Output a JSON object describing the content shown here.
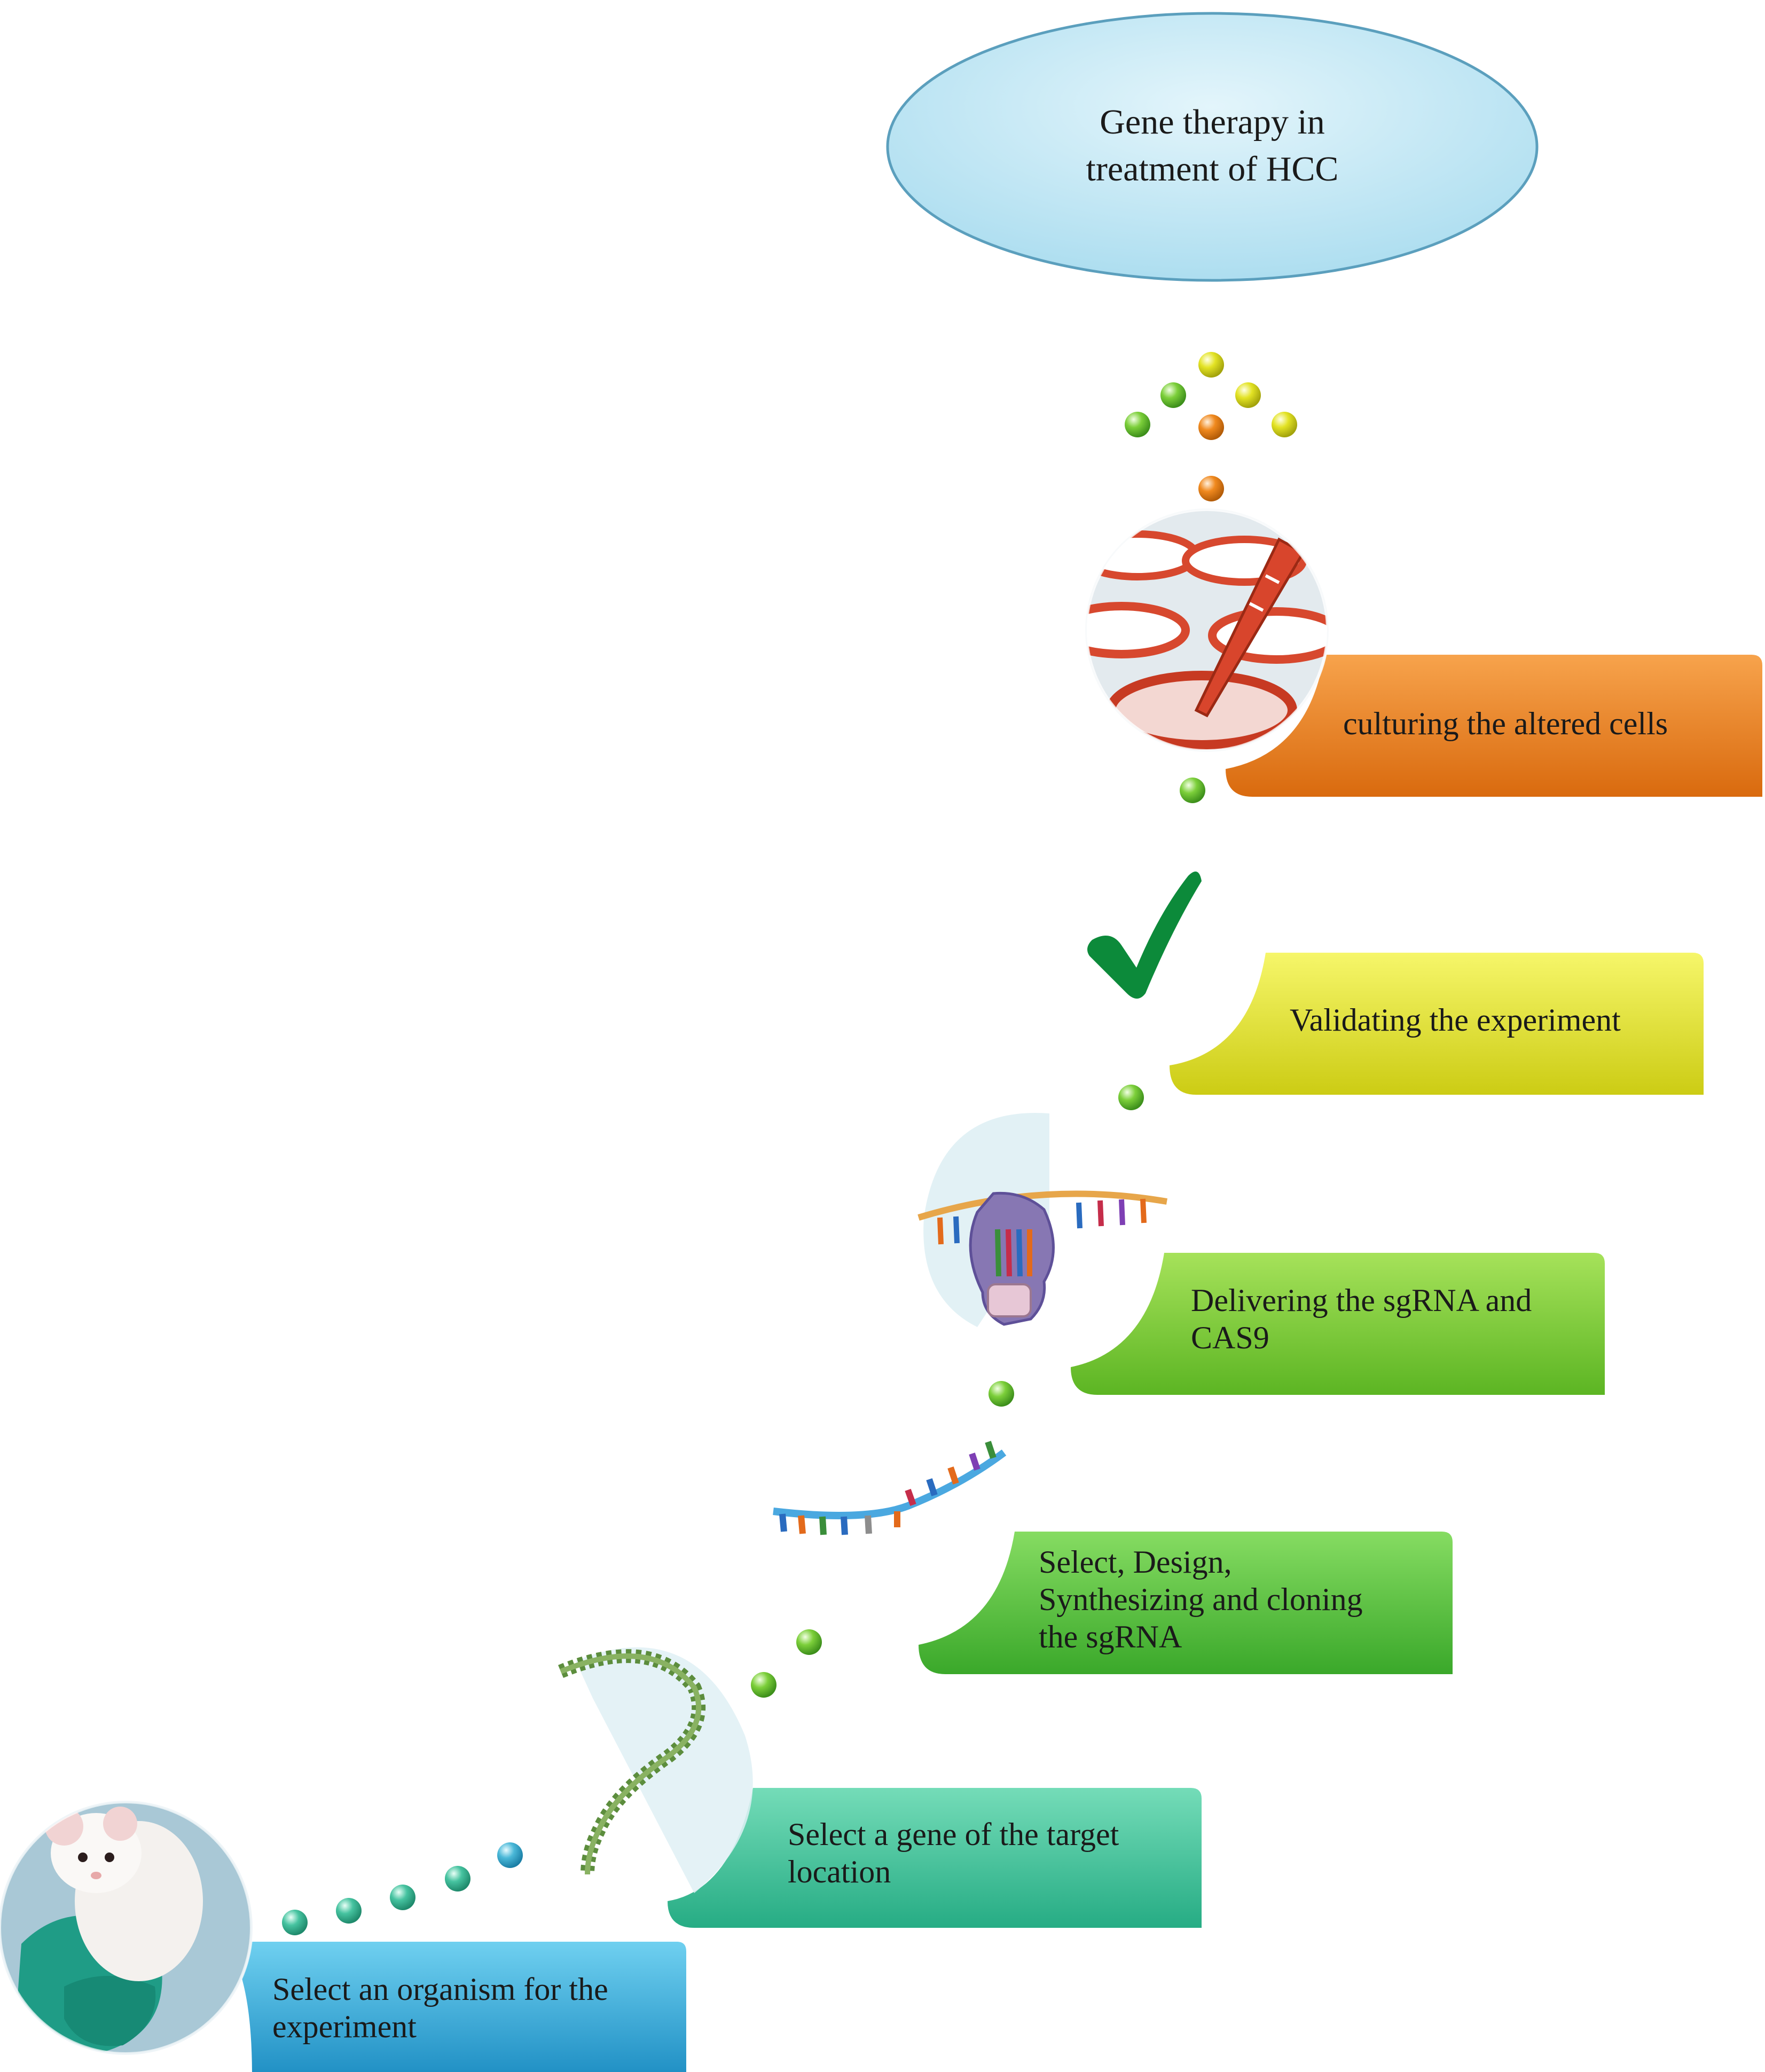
{
  "title": "Gene therapy in\ntreatment of HCC",
  "steps": [
    {
      "text": "Select an organism for the\nexperiment",
      "color": "#2a9fd6",
      "icon": "lab-mouse-icon"
    },
    {
      "text": "Select a gene of the target\nlocation",
      "color": "#3cc39a",
      "icon": "dna-helix-icon"
    },
    {
      "text": "Select, Design,\nSynthesizing and cloning\nthe sgRNA",
      "color": "#4fbf3a",
      "icon": "rna-strand-icon"
    },
    {
      "text": "Delivering the sgRNA and\nCAS9",
      "color": "#6cc92c",
      "icon": "cas9-complex-icon"
    },
    {
      "text": "Validating the experiment",
      "color": "#e3e324",
      "icon": "checkmark-icon"
    },
    {
      "text": "culturing the altered cells",
      "color": "#ee7e1e",
      "icon": "petri-dish-pipette-icon"
    }
  ],
  "colors": {
    "title_ellipse": "#bfe6f4",
    "title_ellipse_stroke": "#5b9fbd",
    "dot_blue": "#4ab8d8",
    "dot_teal": "#46c3a0",
    "dot_green": "#7ccf3a",
    "dot_yellow": "#e3e324",
    "dot_orange": "#f0891e",
    "check": "#0c8a3a"
  }
}
